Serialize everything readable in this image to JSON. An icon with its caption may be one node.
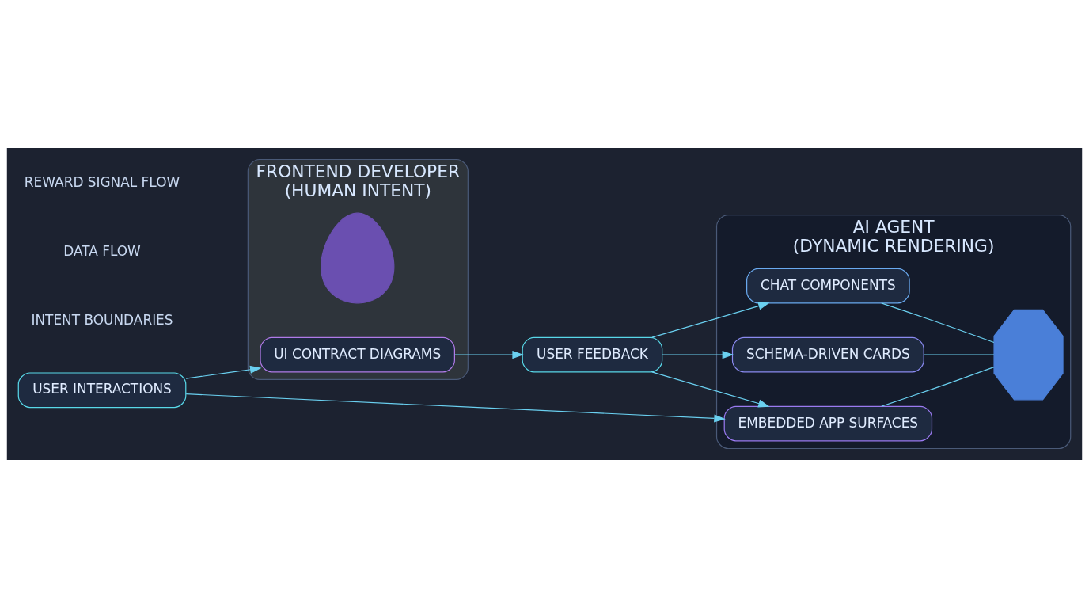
{
  "diagram": {
    "nodes": [
      {
        "text": [
          "FRONTEND DEVELOPER",
          "(HUMAN INTENT)"
        ]
      },
      {
        "text": [],
        "shape": "person",
        "in": 0
      },
      {
        "text": [
          "UI CONTRACT DIAGRAMS"
        ],
        "in": 0
      },
      {
        "text": [
          "USER FEEDBACK"
        ]
      },
      {
        "text": [
          "USER INTERACTIONS"
        ]
      },
      {
        "text": [
          "AI AGENT",
          "(DYNAMIC RENDERING)"
        ]
      },
      {
        "text": [
          "CHAT COMPONENTS"
        ],
        "in": 5
      },
      {
        "text": [
          "SCHEMA-DRIVEN CARDS"
        ],
        "in": 5
      },
      {
        "text": [
          "EMBEDDED APP SURFACES"
        ],
        "in": 5
      },
      {
        "text": [],
        "shape": "picture",
        "in": 5
      }
    ],
    "edges": [
      {
        "from": 2,
        "to": 3,
        "arrow": "to"
      },
      {
        "from": 3,
        "to": 6,
        "arrow": "to"
      },
      {
        "from": 3,
        "to": 7,
        "arrow": "to"
      },
      {
        "from": 3,
        "to": 8,
        "arrow": "to"
      },
      {
        "from": 4,
        "to": 2,
        "arrow": "to"
      },
      {
        "from": 4,
        "to": 8,
        "arrow": "to"
      },
      {
        "from": 6,
        "to": 9,
        "arrow": "none"
      },
      {
        "from": 7,
        "to": 9,
        "arrow": "none"
      },
      {
        "from": 8,
        "to": 9,
        "arrow": "none"
      }
    ],
    "labels": [
      "INTENT BOUNDARIES",
      "DATA FLOW",
      "REWARD SIGNAL FLOW"
    ]
  }
}
